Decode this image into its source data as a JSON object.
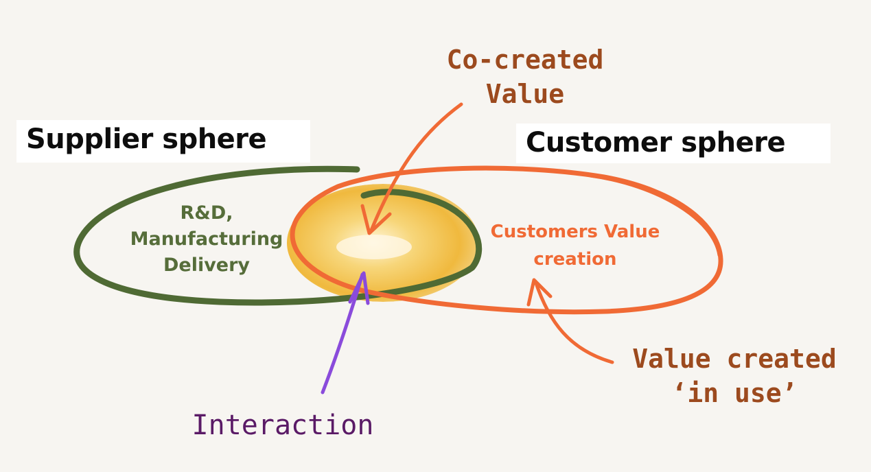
{
  "supplier": {
    "title": "Supplier sphere",
    "activities": [
      "R&D,",
      "Manufacturing",
      "Delivery"
    ]
  },
  "customer": {
    "title": "Customer sphere",
    "activity": [
      "Customers Value",
      "creation"
    ]
  },
  "co_created": [
    "Co-created",
    "Value"
  ],
  "value_in_use": [
    "Value created",
    "‘in use’"
  ],
  "interaction": "Interaction",
  "colors": {
    "supplier_ellipse": "#4f6a34",
    "customer_ellipse": "#f06a35",
    "overlap_fill": "#f3c24a",
    "interaction_arrow": "#8a4bdb",
    "annotation_text": "#9c4a1e",
    "interaction_text": "#5a1a66"
  }
}
